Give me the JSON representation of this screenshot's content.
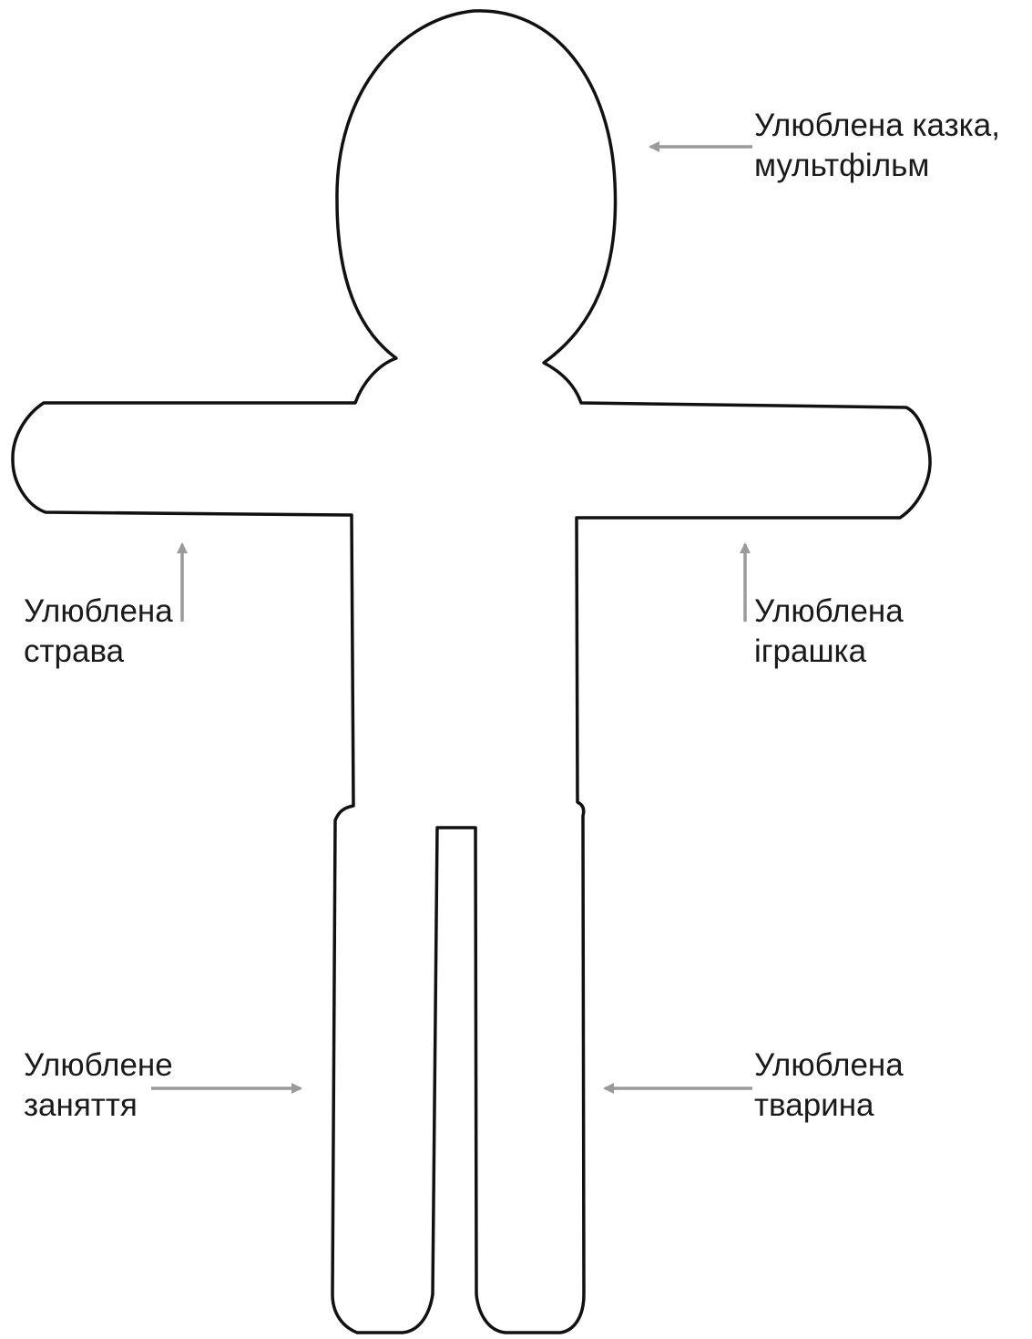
{
  "colors": {
    "outline": "#111111",
    "arrow": "#9a9a9a",
    "text": "#1a1a1a",
    "background": "#ffffff"
  },
  "figure": {
    "label": "gingerbread-style body outline"
  },
  "labels": {
    "head": {
      "line1": "Улюблена казка,",
      "line2": "мультфільм"
    },
    "left_arm": {
      "line1": "Улюблена",
      "line2": "страва"
    },
    "right_arm": {
      "line1": "Улюблена",
      "line2": "іграшка"
    },
    "left_leg": {
      "line1": "Улюблене",
      "line2": "заняття"
    },
    "right_leg": {
      "line1": "Улюблена",
      "line2": "тварина"
    }
  }
}
